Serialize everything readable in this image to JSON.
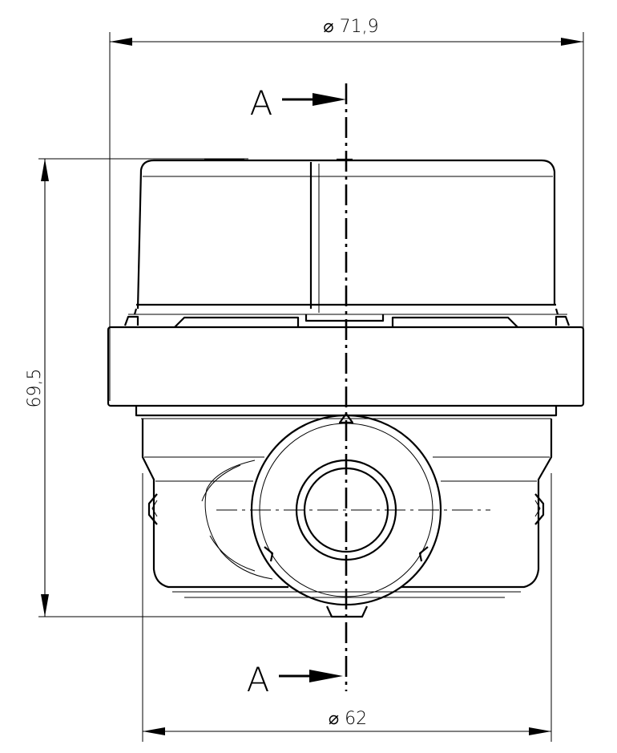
{
  "dimensions": {
    "top_diameter": "⌀ 71,9",
    "height": "69,5",
    "bottom_diameter": "⌀ 62"
  },
  "section": {
    "top_label": "A",
    "bottom_label": "A"
  }
}
